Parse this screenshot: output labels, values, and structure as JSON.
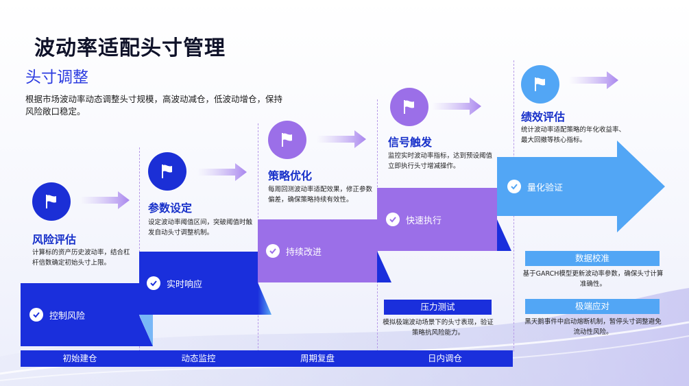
{
  "title": "波动率适配头寸管理",
  "subtitle": "头寸调整",
  "description": "根据市场波动率动态调整头寸规模，高波动减仓，低波动增仓，保持风险敞口稳定。",
  "steps": [
    {
      "title": "风险评估",
      "desc": "计算标的资产历史波动率，结合杠杆倍数确定初始头寸上限。",
      "band_label": "控制风险",
      "circle_color": "#1b2fd6"
    },
    {
      "title": "参数设定",
      "desc": "设定波动率阈值区间，突破阈值时触发自动头寸调整机制。",
      "band_label": "实时响应",
      "circle_color": "#1b2fd6"
    },
    {
      "title": "策略优化",
      "desc": "每周回测波动率适配效果，修正参数偏差，确保策略持续有效性。",
      "band_label": "持续改进",
      "circle_color": "#9b6fe8"
    },
    {
      "title": "信号触发",
      "desc": "监控实时波动率指标，达到预设阈值立即执行头寸增减操作。",
      "band_label": "快速执行",
      "circle_color": "#9b6fe8"
    },
    {
      "title": "绩效评估",
      "desc": "统计波动率适配策略的年化收益率、最大回撤等核心指标。",
      "band_label": "量化验证",
      "circle_color": "#52a6f5"
    }
  ],
  "stages": [
    "初始建仓",
    "动态监控",
    "周期复盘",
    "日内调仓"
  ],
  "tags": [
    {
      "label": "压力测试",
      "desc": "模拟极端波动场景下的头寸表现，验证策略抗风险能力。"
    },
    {
      "label": "数据校准",
      "desc": "基于GARCH模型更新波动率参数，确保头寸计算准确性。"
    },
    {
      "label": "极端应对",
      "desc": "黑天鹅事件中启动熔断机制，暂停头寸调整避免流动性风险。"
    }
  ],
  "icons": {
    "step": "flag-icon",
    "band": "check-icon"
  },
  "colors": {
    "navy": "#1a2fdc",
    "purple": "#9b6fe8",
    "sky": "#52a6f5",
    "title_blue": "#1730c9"
  }
}
